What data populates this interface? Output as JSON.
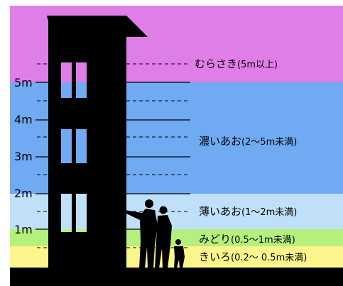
{
  "zones": [
    {
      "name": "むらさき",
      "range": "(5m以上)",
      "color": "#e07ee8"
    },
    {
      "name": "濃いあお",
      "range": "(2〜5m未満)",
      "color": "#6faaf3"
    },
    {
      "name": "薄いあお",
      "range": "(1〜2m未満)",
      "color": "#bfe0f8"
    },
    {
      "name": "みどり",
      "range": "(0.5〜1m未満)",
      "color": "#b6f07c"
    },
    {
      "name": "きいろ",
      "range": "(0.2〜 0.5m未満)",
      "color": "#fbf68c"
    }
  ],
  "scale": {
    "ticks": [
      "5m",
      "4m",
      "3m",
      "2m",
      "1m"
    ]
  },
  "icons": [
    "building-silhouette",
    "adult-silhouette",
    "child-silhouette"
  ]
}
